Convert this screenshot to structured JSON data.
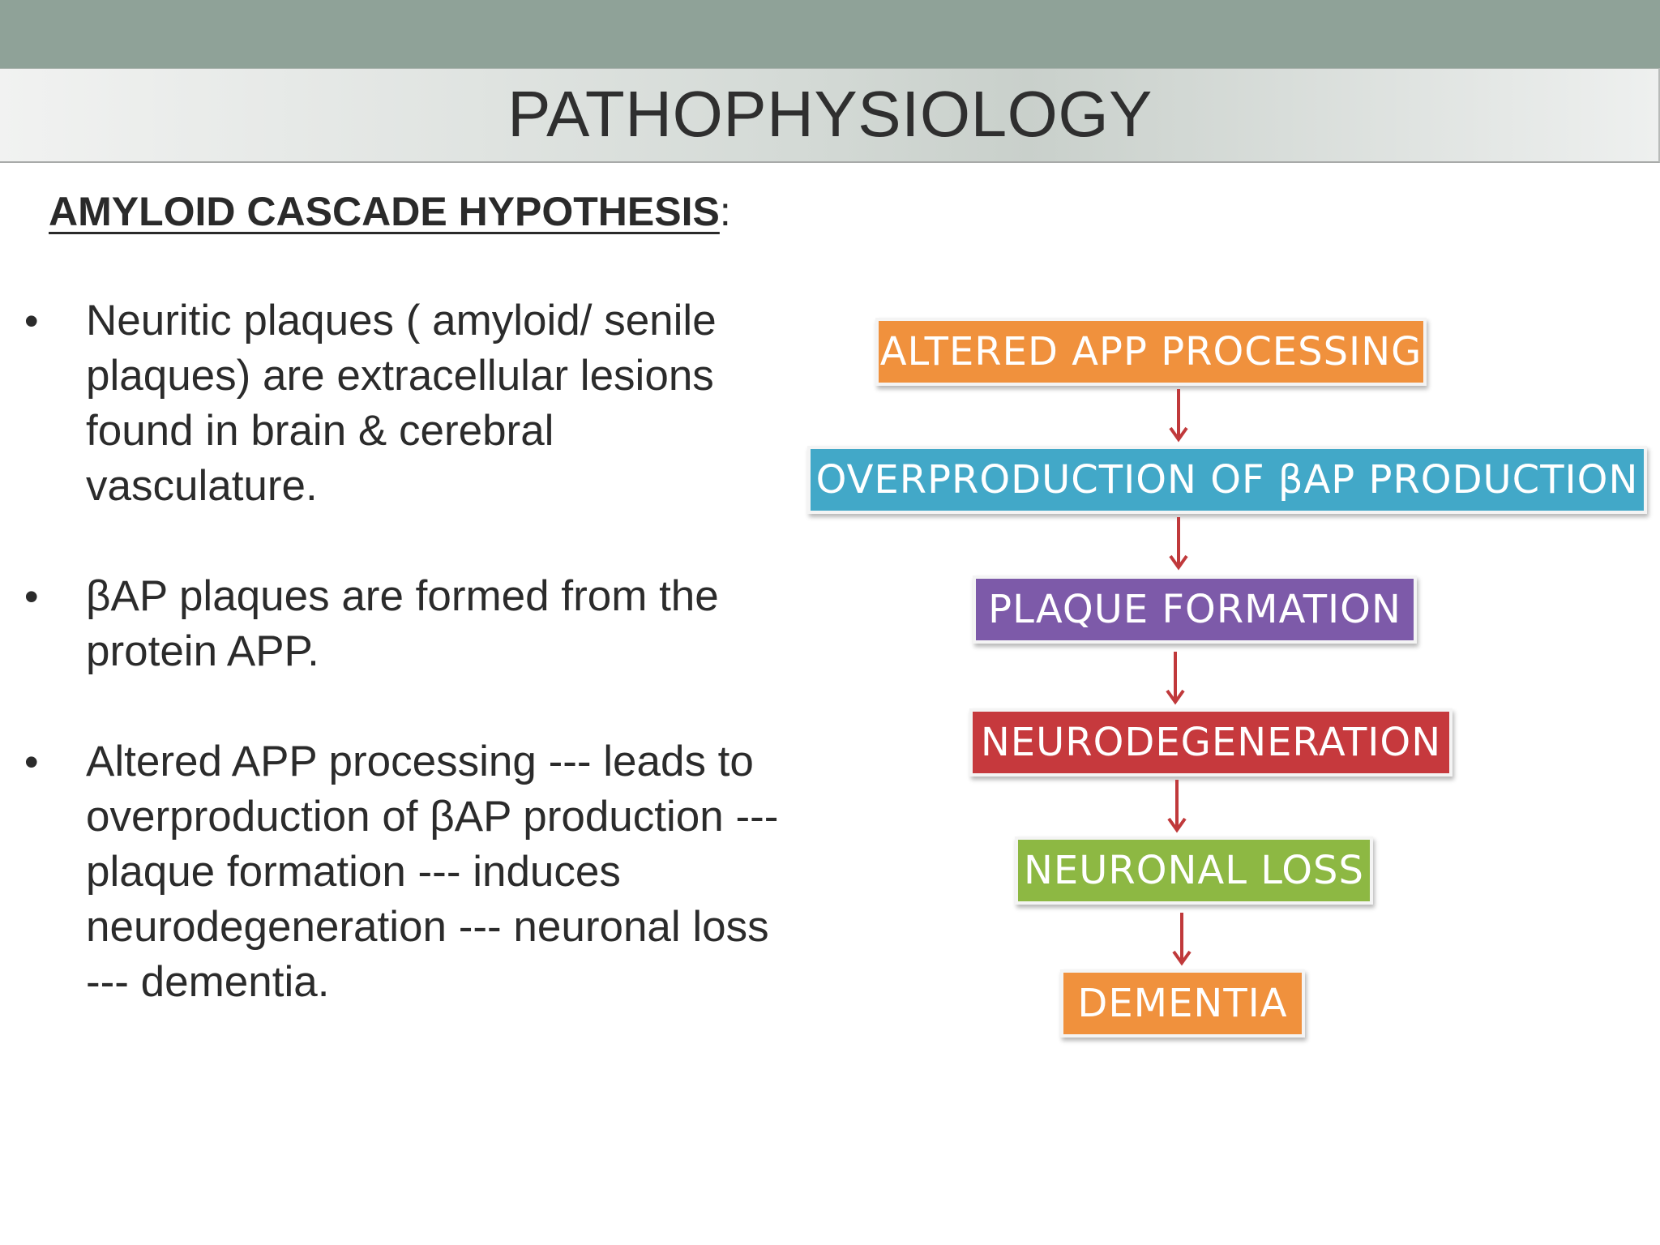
{
  "slide": {
    "title": "PATHOPHYSIOLOGY",
    "subtitle": "AMYLOID CASCADE HYPOTHESIS",
    "subtitle_suffix": ":",
    "bullet_glyph": "•",
    "bullets": [
      "Neuritic plaques ( amyloid/ senile plaques) are extracellular lesions found in brain & cerebral vasculature.",
      "βAP plaques are formed from the protein APP.",
      "Altered APP processing --- leads to overproduction of βAP production --- plaque formation --- induces neurodegeneration --- neuronal loss --- dementia."
    ]
  },
  "flowchart": {
    "steps": [
      {
        "label": "ALTERED APP PROCESSING",
        "color": "#f0913d"
      },
      {
        "label": "OVERPRODUCTION OF βAP PRODUCTION",
        "color": "#42a8c8"
      },
      {
        "label": "PLAQUE FORMATION",
        "color": "#7d5aa9"
      },
      {
        "label": "NEURODEGENERATION",
        "color": "#c6393d"
      },
      {
        "label": "NEURONAL LOSS",
        "color": "#8db843"
      },
      {
        "label": "DEMENTIA",
        "color": "#f0913d"
      }
    ],
    "arrow_color": "#c0393b"
  }
}
